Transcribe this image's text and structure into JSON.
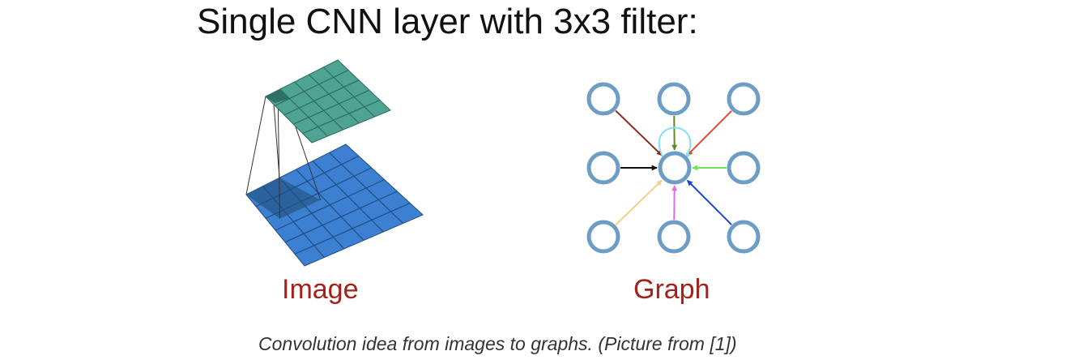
{
  "title": "Single CNN layer with 3x3 filter:",
  "labels": {
    "image": "Image",
    "graph": "Graph"
  },
  "caption": "Convolution idea from images to graphs. (Picture from [1])",
  "colors": {
    "label_red": "#a3221c",
    "grid_top_fill": "#4fa393",
    "grid_top_highlight": "#2f6f66",
    "grid_bottom_fill": "#3d7fd0",
    "grid_bottom_highlight": "#2a5f95",
    "node_stroke": "#6d9dc5"
  },
  "graph": {
    "nodes": [
      {
        "id": "top-left"
      },
      {
        "id": "top-middle"
      },
      {
        "id": "top-right"
      },
      {
        "id": "middle-left"
      },
      {
        "id": "center"
      },
      {
        "id": "middle-right"
      },
      {
        "id": "bottom-left"
      },
      {
        "id": "bottom-middle"
      },
      {
        "id": "bottom-right"
      }
    ],
    "edges": [
      {
        "from": "top-left",
        "to": "center",
        "color": "#8b2a1a"
      },
      {
        "from": "top-middle",
        "to": "center",
        "color": "#5e8a2c"
      },
      {
        "from": "top-right",
        "to": "center",
        "color": "#e8462a"
      },
      {
        "from": "middle-left",
        "to": "center",
        "color": "#111111"
      },
      {
        "from": "middle-right",
        "to": "center",
        "color": "#6be65a"
      },
      {
        "from": "bottom-left",
        "to": "center",
        "color": "#f2cf8a"
      },
      {
        "from": "bottom-middle",
        "to": "center",
        "color": "#e36be8"
      },
      {
        "from": "bottom-right",
        "to": "center",
        "color": "#1b43e0"
      },
      {
        "from": "center",
        "to": "center",
        "color": "#7fe3ee"
      }
    ]
  }
}
